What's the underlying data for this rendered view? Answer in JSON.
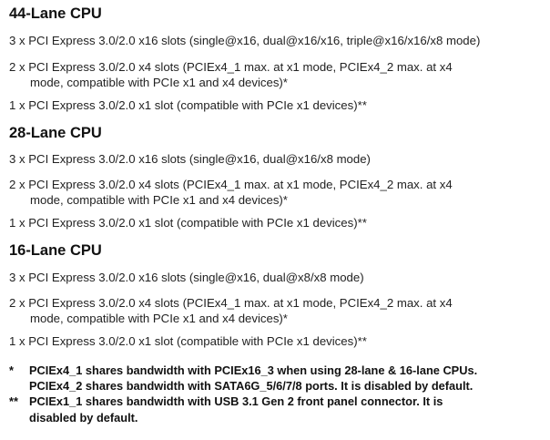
{
  "sections": [
    {
      "heading": "44-Lane CPU",
      "items": [
        [
          "3 x PCI Express 3.0/2.0 x16 slots (single@x16, dual@x16/x16, triple@x16/x16/x8 mode)"
        ],
        [
          "2 x PCI Express 3.0/2.0 x4 slots (PCIEx4_1 max. at x1 mode, PCIEx4_2 max. at x4",
          "mode, compatible with PCIe x1 and x4 devices)*"
        ],
        [
          "1 x PCI Express 3.0/2.0 x1 slot (compatible with PCIe x1 devices)**"
        ]
      ]
    },
    {
      "heading": "28-Lane CPU",
      "items": [
        [
          "3 x PCI Express 3.0/2.0 x16 slots (single@x16, dual@x16/x8 mode)"
        ],
        [
          "2 x PCI Express 3.0/2.0 x4 slots (PCIEx4_1 max. at x1 mode, PCIEx4_2 max. at x4",
          "mode, compatible with PCIe x1 and x4 devices)*"
        ],
        [
          "1 x PCI Express 3.0/2.0 x1 slot (compatible with PCIe x1 devices)**"
        ]
      ]
    },
    {
      "heading": "16-Lane CPU",
      "items": [
        [
          "3 x PCI Express 3.0/2.0 x16 slots (single@x16, dual@x8/x8 mode)"
        ],
        [
          "2 x PCI Express 3.0/2.0 x4 slots (PCIEx4_1 max. at x1 mode, PCIEx4_2 max. at x4",
          "mode, compatible with PCIe x1 and x4 devices)*"
        ],
        [
          "1 x PCI Express 3.0/2.0 x1 slot (compatible with PCIe x1 devices)**"
        ]
      ]
    }
  ],
  "footnotes": [
    {
      "marker": "*",
      "lines": [
        "PCIEx4_1 shares bandwidth with PCIEx16_3 when using 28-lane & 16-lane CPUs.",
        "PCIEx4_2 shares bandwidth with SATA6G_5/6/7/8 ports. It is disabled by default."
      ]
    },
    {
      "marker": "**",
      "lines": [
        "PCIEx1_1 shares bandwidth with USB 3.1 Gen 2 front panel connector. It is",
        "disabled by default."
      ]
    }
  ]
}
